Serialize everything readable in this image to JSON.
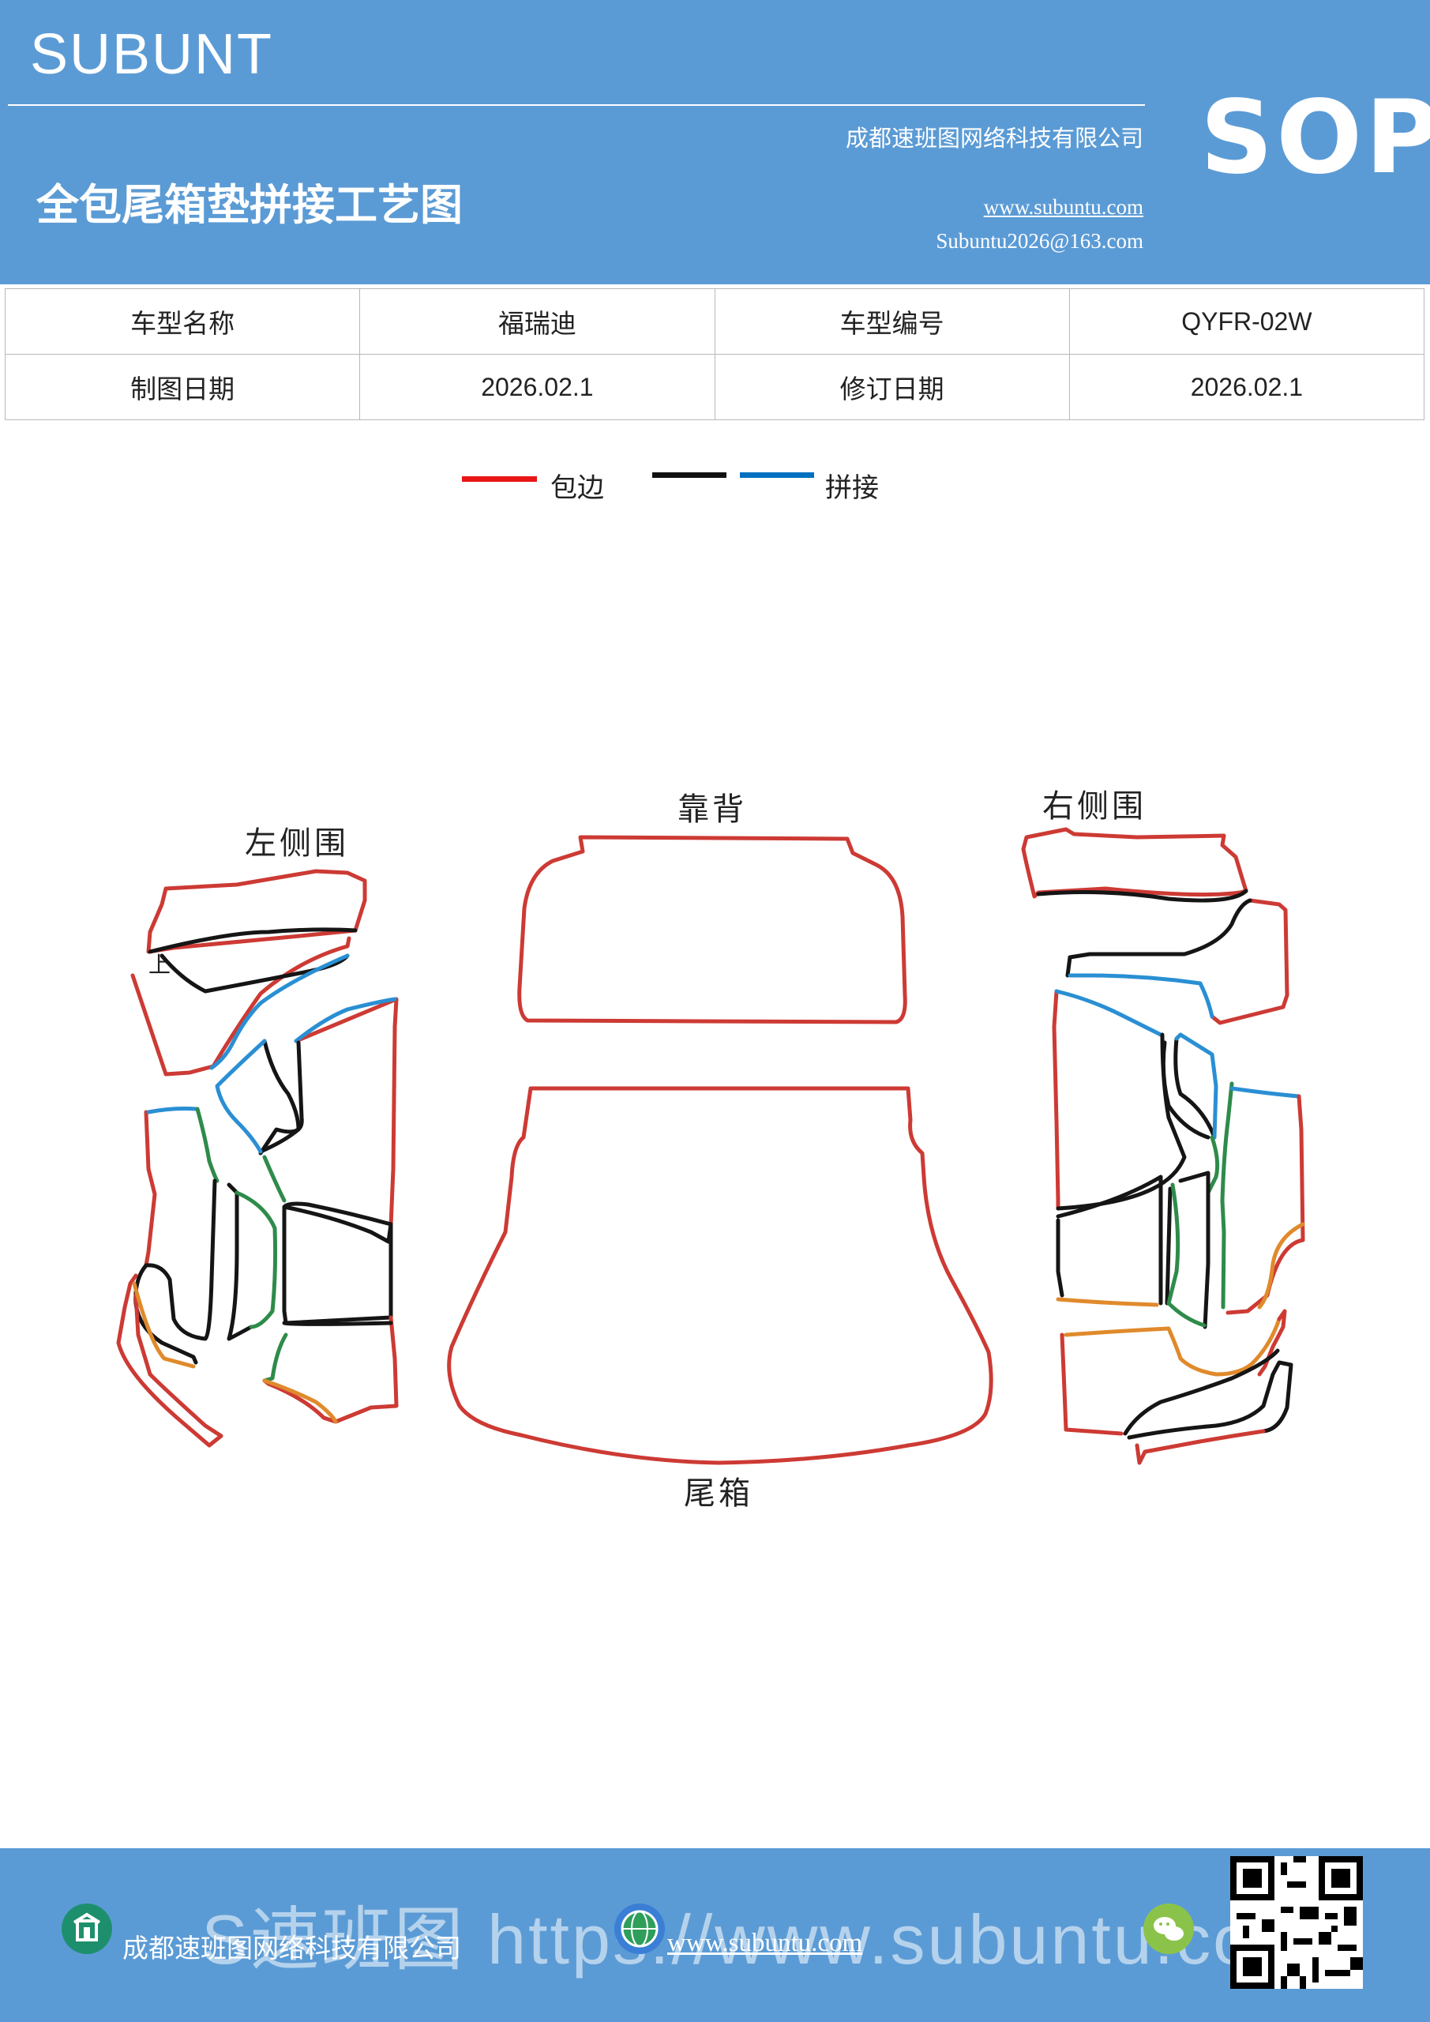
{
  "header": {
    "brand": "SUBUNT",
    "title": "全包尾箱垫拼接工艺图",
    "company": "成都速班图网络科技有限公司",
    "website": "www.subuntu.com",
    "email": "Subuntu2026@163.com",
    "sop": "SOP"
  },
  "info_table": {
    "rows": [
      [
        "车型名称",
        "福瑞迪",
        "车型编号",
        "QYFR-02W"
      ],
      [
        "制图日期",
        "2026.02.1",
        "修订日期",
        "2026.02.1"
      ]
    ]
  },
  "legend": {
    "items": [
      {
        "color": "#e81515",
        "label": "包边"
      },
      {
        "color": "#111111",
        "label": ""
      },
      {
        "color": "#0070c0",
        "label": "拼接"
      }
    ]
  },
  "diagram": {
    "labels": {
      "left": "左侧围",
      "back": "靠背",
      "right": "右侧围",
      "trunk": "尾箱",
      "up_mark": "上"
    },
    "colors": {
      "edge": "#cd3a34",
      "seam_black": "#151515",
      "seam_blue": "#2a8fd3",
      "seam_green": "#2e8b4a",
      "seam_orange": "#e08a2c"
    }
  },
  "footer": {
    "company": "成都速班图网络科技有限公司",
    "website": "www.subuntu.com",
    "watermark": "S速班图 https://www.subuntu.com"
  }
}
